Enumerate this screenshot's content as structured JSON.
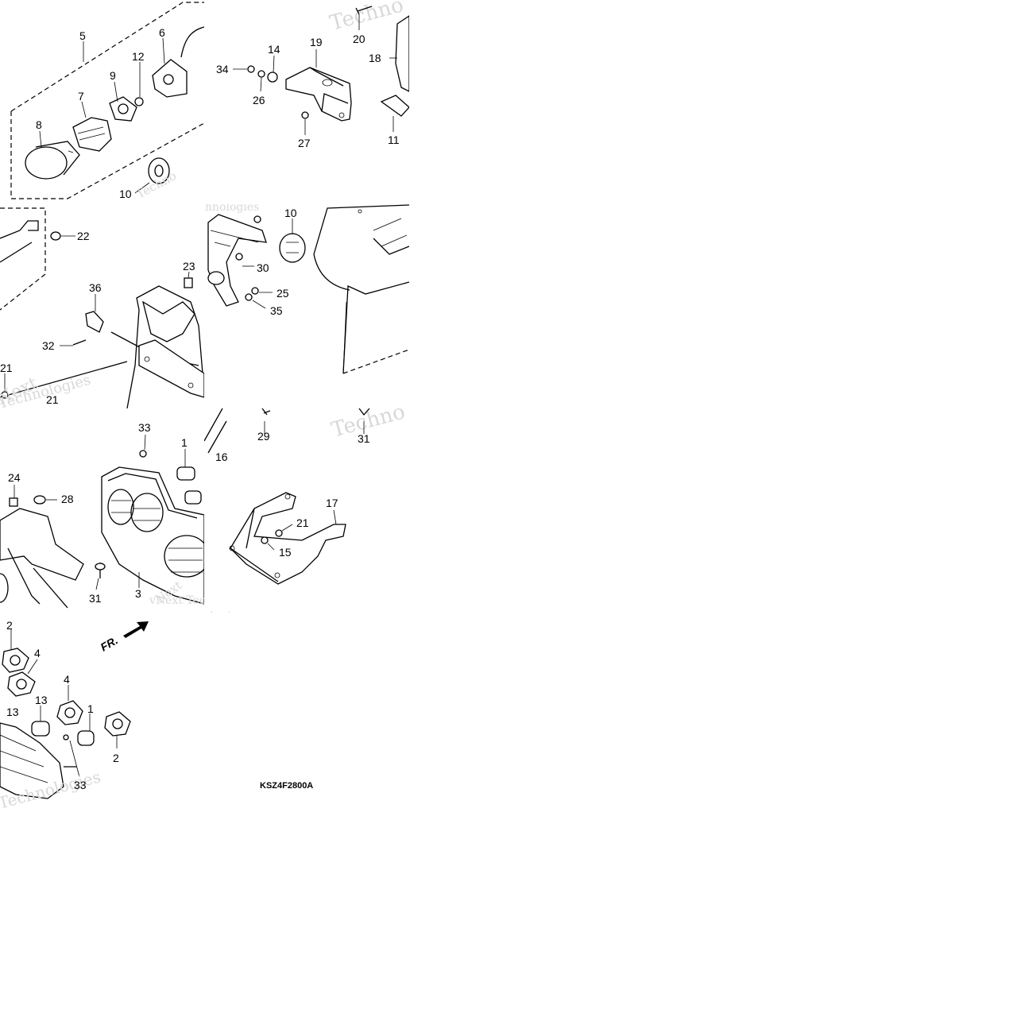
{
  "diagram": {
    "drawing_code": "KSZ4F2800A",
    "watermark_texts": [
      "vNext Technologies",
      "Technologies",
      "Techno",
      "Next",
      "nologies",
      "ologies",
      "hnologies"
    ],
    "front_arrow_label": "FR.",
    "part_labels": {
      "p1": "1",
      "p2": "2",
      "p3": "3",
      "p4": "4",
      "p5": "5",
      "p6": "6",
      "p7": "7",
      "p8": "8",
      "p9": "9",
      "p10": "10",
      "p11": "11",
      "p12": "12",
      "p13": "13",
      "p14": "14",
      "p15": "15",
      "p16": "16",
      "p17": "17",
      "p18": "18",
      "p19": "19",
      "p20": "20",
      "p21": "21",
      "p22": "22",
      "p23": "23",
      "p24": "24",
      "p25": "25",
      "p26": "26",
      "p27": "27",
      "p28": "28",
      "p29": "29",
      "p30": "30",
      "p31": "31",
      "p32": "32",
      "p33": "33",
      "p34": "34",
      "p35": "35",
      "p36": "36"
    },
    "colors": {
      "ink": "#000000",
      "watermark": "#d8d8d8",
      "background": "#ffffff"
    }
  }
}
